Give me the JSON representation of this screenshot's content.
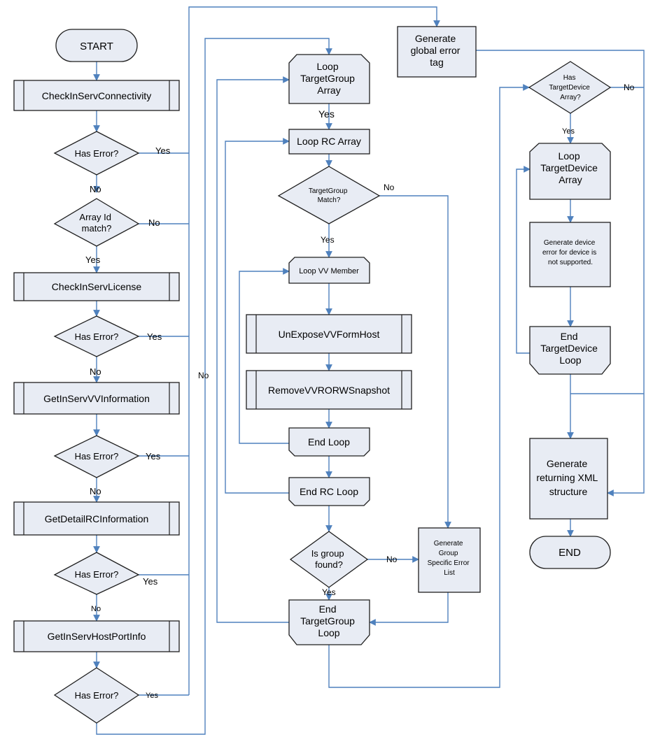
{
  "colors": {
    "line": "#4f81bd",
    "shape_fill": "#e8ecf4",
    "shape_stroke": "#1f1f1f",
    "text": "#000000"
  },
  "nodes": {
    "start": "START",
    "check_connectivity": "CheckInServConnectivity",
    "has_error_1": "Has Error?",
    "array_id_match": [
      "Array Id",
      "match?"
    ],
    "check_license": "CheckInServLicense",
    "has_error_2": "Has Error?",
    "get_vv_info": "GetInServVVInformation",
    "has_error_3": "Has Error?",
    "get_rc_info": "GetDetailRCInformation",
    "has_error_4": "Has Error?",
    "get_host_port": "GetInServHostPortInfo",
    "has_error_5": "Has Error?",
    "loop_tg_array": [
      "Loop",
      "TargetGroup",
      "Array"
    ],
    "loop_rc_array": "Loop RC Array",
    "tg_match": [
      "TargetGroup",
      "Match?"
    ],
    "loop_vv_member": "Loop VV Member",
    "unexpose": "UnExposeVVFormHost",
    "remove_snapshot": "RemoveVVRORWSnapshot",
    "end_loop": "End Loop",
    "end_rc_loop": "End RC Loop",
    "is_group_found": [
      "Is group",
      "found?"
    ],
    "gen_group_error": [
      "Generate",
      "Group",
      "Specific Error",
      "List"
    ],
    "end_tg_loop": [
      "End",
      "TargetGroup",
      "Loop"
    ],
    "gen_global_error": [
      "Generate",
      "global error",
      "tag"
    ],
    "has_td_array": [
      "Has",
      "TargetDevice",
      "Array?"
    ],
    "loop_td_array": [
      "Loop",
      "TargetDevice",
      "Array"
    ],
    "gen_device_error": [
      "Generate device",
      "error for device is",
      "not supported."
    ],
    "end_td_loop": [
      "End",
      "TargetDevice",
      "Loop"
    ],
    "gen_xml": [
      "Generate",
      "returning XML",
      "structure"
    ],
    "end": "END"
  },
  "labels": {
    "yes_err1": "Yes",
    "no_err1": "No",
    "no_arr": "No",
    "yes_arr": "Yes",
    "yes_err2": "Yes",
    "no_err2": "No",
    "yes_err3": "Yes",
    "no_err3": "No",
    "yes_err4": "Yes",
    "no_err4": "No",
    "yes_err5": "Yes",
    "no_long": "No",
    "yes_tg": "Yes",
    "no_tgmatch": "No",
    "yes_tgmatch": "Yes",
    "no_found": "No",
    "yes_found": "Yes",
    "no_td": "No",
    "yes_td": "Yes"
  }
}
